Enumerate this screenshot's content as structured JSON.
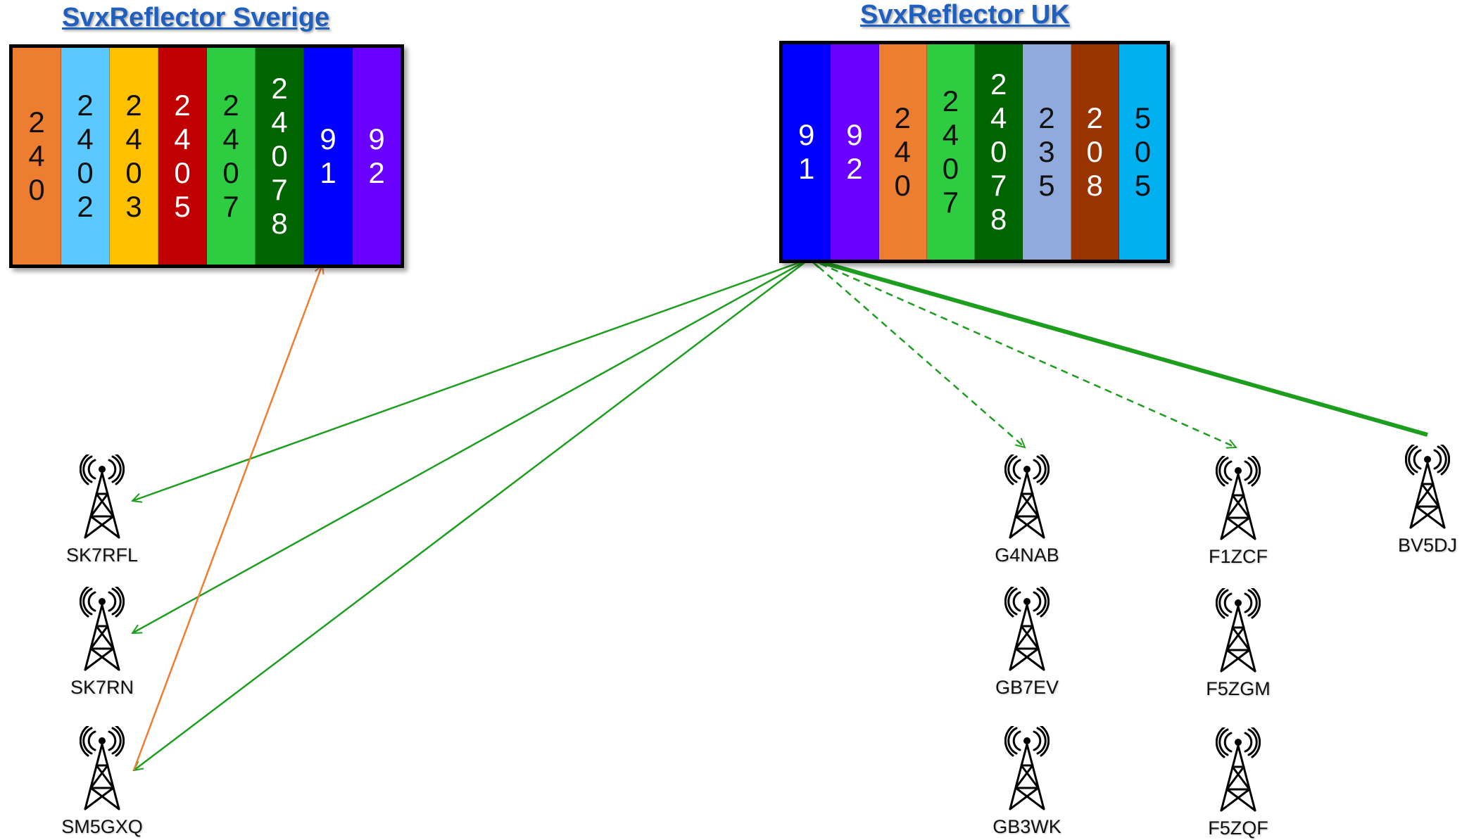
{
  "reflectors": [
    {
      "id": "sverige",
      "title": "SvxReflector Sverige",
      "talkgroups": [
        {
          "label": "240",
          "color": "#ED7D31",
          "text_color": "#111111"
        },
        {
          "label": "2402",
          "color": "#5BC8FF",
          "text_color": "#111111"
        },
        {
          "label": "2403",
          "color": "#FFC000",
          "text_color": "#111111"
        },
        {
          "label": "2405",
          "color": "#C00000",
          "text_color": "#ffffff"
        },
        {
          "label": "2407",
          "color": "#2ECC40",
          "text_color": "#111111"
        },
        {
          "label": "24078",
          "color": "#006400",
          "text_color": "#ffffff"
        },
        {
          "label": "91",
          "color": "#0000FF",
          "text_color": "#ffffff"
        },
        {
          "label": "92",
          "color": "#6A00FF",
          "text_color": "#ffffff"
        }
      ]
    },
    {
      "id": "uk",
      "title": "SvxReflector UK",
      "talkgroups": [
        {
          "label": "91",
          "color": "#0000FF",
          "text_color": "#ffffff"
        },
        {
          "label": "92",
          "color": "#6A00FF",
          "text_color": "#ffffff"
        },
        {
          "label": "240",
          "color": "#ED7D31",
          "text_color": "#111111"
        },
        {
          "label": "2407",
          "color": "#2ECC40",
          "text_color": "#111111"
        },
        {
          "label": "24078",
          "color": "#006400",
          "text_color": "#ffffff"
        },
        {
          "label": "235",
          "color": "#8FAADC",
          "text_color": "#111111"
        },
        {
          "label": "208",
          "color": "#993300",
          "text_color": "#ffffff"
        },
        {
          "label": "505",
          "color": "#00B0F0",
          "text_color": "#111111"
        }
      ]
    }
  ],
  "stations": [
    {
      "id": "SK7RFL",
      "label": "SK7RFL"
    },
    {
      "id": "SK7RN",
      "label": "SK7RN"
    },
    {
      "id": "SM5GXQ",
      "label": "SM5GXQ"
    },
    {
      "id": "G4NAB",
      "label": "G4NAB"
    },
    {
      "id": "GB7EV",
      "label": "GB7EV"
    },
    {
      "id": "GB3WK",
      "label": "GB3WK"
    },
    {
      "id": "F1ZCF",
      "label": "F1ZCF"
    },
    {
      "id": "F5ZGM",
      "label": "F5ZGM"
    },
    {
      "id": "F5ZQF",
      "label": "F5ZQF"
    },
    {
      "id": "BV5DJ",
      "label": "BV5DJ"
    }
  ],
  "links": [
    {
      "from": "uk",
      "to": "SK7RFL",
      "style": "solid",
      "color": "#1E9E1E"
    },
    {
      "from": "uk",
      "to": "SK7RN",
      "style": "solid",
      "color": "#1E9E1E"
    },
    {
      "from": "uk",
      "to": "SM5GXQ",
      "style": "solid",
      "color": "#1E9E1E"
    },
    {
      "from": "uk",
      "to": "G4NAB",
      "style": "dashed",
      "color": "#1E9E1E"
    },
    {
      "from": "uk",
      "to": "F1ZCF",
      "style": "dashed",
      "color": "#1E9E1E"
    },
    {
      "from": "BV5DJ",
      "to": "uk",
      "style": "bold",
      "color": "#1E9E1E"
    },
    {
      "from": "SM5GXQ",
      "to": "sverige",
      "style": "solid",
      "color": "#ED7D31"
    }
  ]
}
